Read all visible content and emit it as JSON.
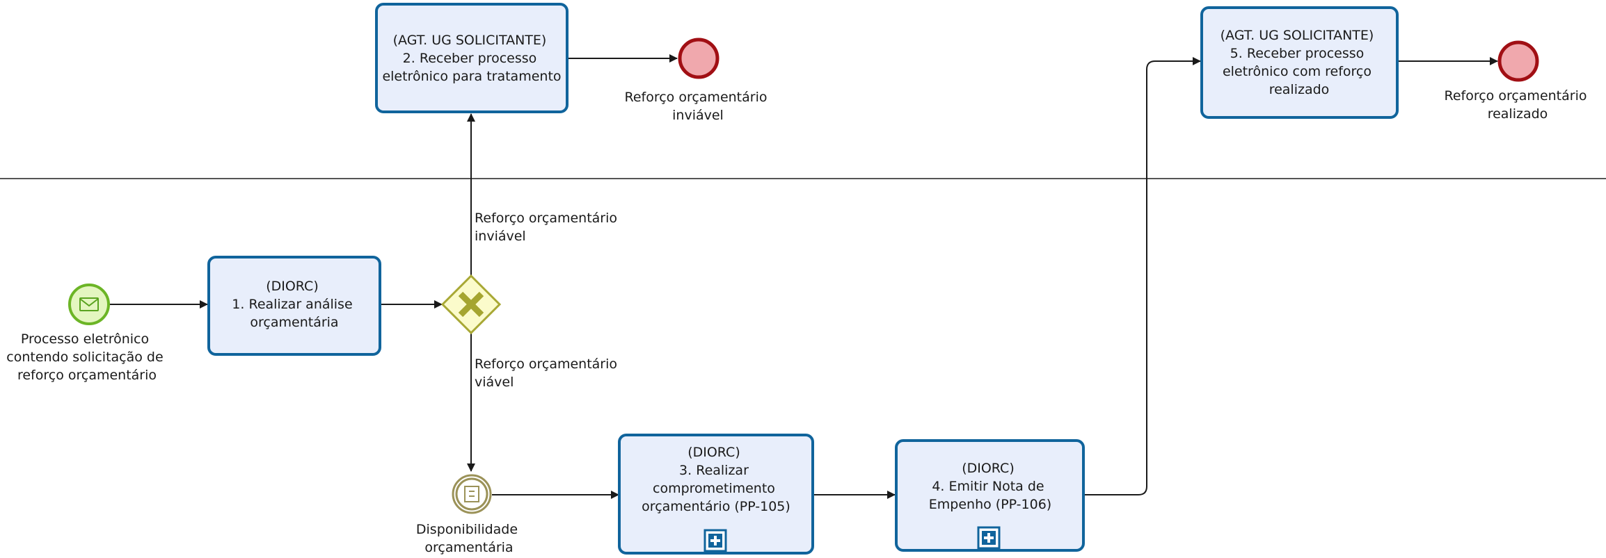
{
  "lanes": {
    "top": {
      "name": ""
    },
    "bottom": {
      "name": ""
    }
  },
  "start_event": {
    "icon": "envelope-icon",
    "label": [
      "Processo eletrônico",
      "contendo solicitação de",
      "reforço orçamentário"
    ]
  },
  "tasks": {
    "task1": {
      "lines": [
        "(DIORC)",
        "1. Realizar análise",
        "orçamentária"
      ]
    },
    "task2": {
      "lines": [
        "(AGT. UG SOLICITANTE)",
        "2. Receber processo",
        "eletrônico para tratamento"
      ]
    },
    "task3": {
      "lines": [
        "(DIORC)",
        "3. Realizar",
        "comprometimento",
        "orçamentário (PP-105)"
      ],
      "subprocess_marker": true
    },
    "task4": {
      "lines": [
        "(DIORC)",
        "4. Emitir Nota de",
        "Empenho (PP-106)"
      ],
      "subprocess_marker": true
    },
    "task5": {
      "lines": [
        "(AGT. UG SOLICITANTE)",
        "5. Receber processo",
        "eletrônico com reforço",
        "realizado"
      ]
    }
  },
  "gateway": {
    "type": "exclusive",
    "icon": "x-icon"
  },
  "flow_labels": {
    "inviavel": [
      "Reforço orçamentário",
      "inviável"
    ],
    "viavel": [
      "Reforço orçamentário",
      "viável"
    ]
  },
  "intermediate_event": {
    "icon": "conditional-icon",
    "label": [
      "Disponibilidade",
      "orçamentária"
    ]
  },
  "end_events": {
    "end1": {
      "label": [
        "Reforço orçamentário",
        "inviável"
      ]
    },
    "end2": {
      "label": [
        "Reforço orçamentário",
        "realizado"
      ]
    }
  },
  "colors": {
    "task_fill": "#e8eefb",
    "task_stroke": "#10649c",
    "start_fill": "#e4f6c0",
    "start_stroke": "#6cb526",
    "end_fill": "#f0a8ad",
    "end_stroke": "#a10f14",
    "gateway_fill": "#fbfbcb",
    "gateway_stroke": "#a8a834",
    "gateway_x": "#a5a530",
    "intermediate_stroke": "#9b9258",
    "lane_divider": "#555555",
    "flow": "#1a1a1a"
  }
}
